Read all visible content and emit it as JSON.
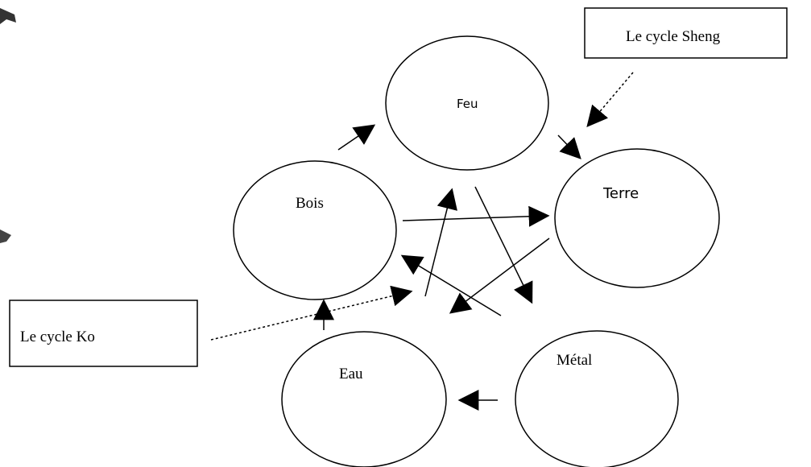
{
  "diagram": {
    "nodes": {
      "feu": "Feu",
      "terre": "Terre",
      "bois": "Bois",
      "metal": "Métal",
      "eau": "Eau"
    },
    "callouts": {
      "sheng": "Le cycle Sheng",
      "ko": "Le cycle Ko"
    }
  }
}
